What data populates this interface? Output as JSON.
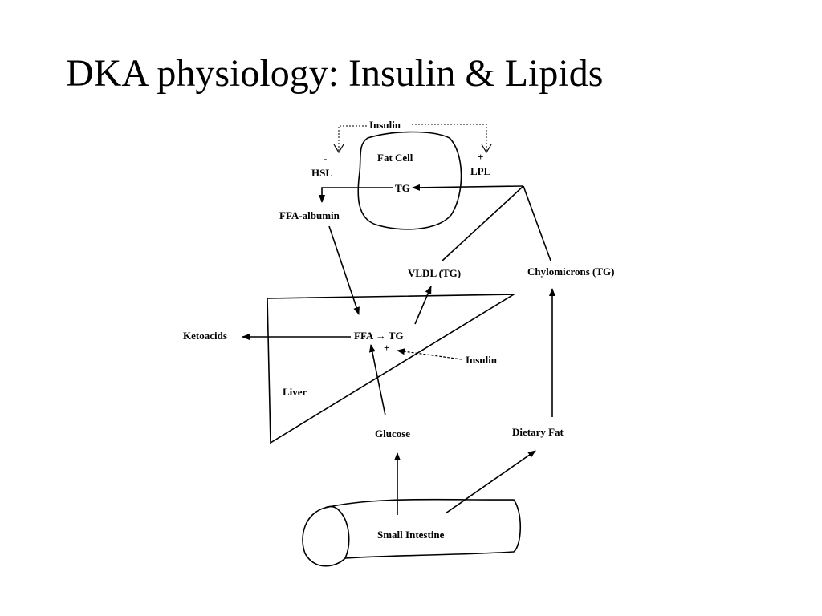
{
  "slide": {
    "title": "DKA physiology: Insulin & Lipids"
  },
  "diagram": {
    "labels": {
      "insulin_top": "Insulin",
      "minus_sign": "-",
      "plus_sign_lpl": "+",
      "fat_cell": "Fat Cell",
      "hsl": "HSL",
      "lpl": "LPL",
      "tg_fat": "TG",
      "ffa_albumin": "FFA-albumin",
      "vldl": "VLDL (TG)",
      "chylomicrons": "Chylomicrons (TG)",
      "ketoacids": "Ketoacids",
      "ffa_to_tg": "FFA → TG",
      "plus_sign_liver": "+",
      "insulin_liver": "Insulin",
      "liver": "Liver",
      "glucose": "Glucose",
      "dietary_fat": "Dietary Fat",
      "small_intestine": "Small Intestine"
    }
  }
}
